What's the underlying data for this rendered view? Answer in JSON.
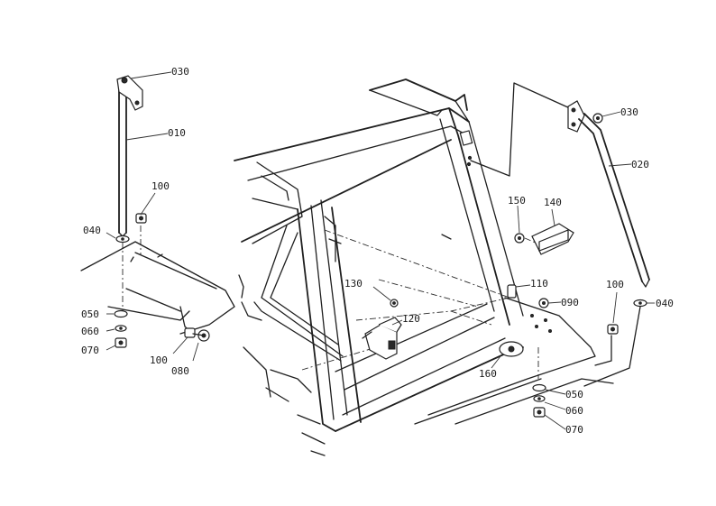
{
  "callouts": {
    "c010": "010",
    "c020": "020",
    "c030_left": "030",
    "c030_right": "030",
    "c040_left": "040",
    "c040_right": "040",
    "c050_left": "050",
    "c050_right": "050",
    "c060_left": "060",
    "c060_right": "060",
    "c070_left": "070",
    "c070_right": "070",
    "c080": "080",
    "c090": "090",
    "c100_upper_left": "100",
    "c100_lower_left": "100",
    "c100_right": "100",
    "c110": "110",
    "c120": "120",
    "c130": "130",
    "c140": "140",
    "c150": "150",
    "c160": "160"
  }
}
